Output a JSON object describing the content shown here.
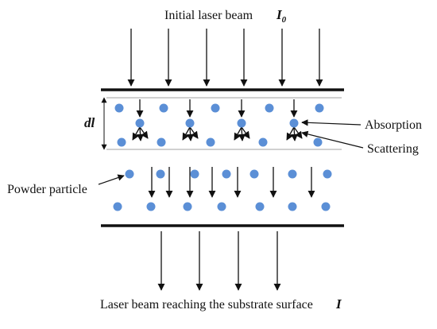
{
  "diagram": {
    "top_label": "Initial laser beam",
    "top_symbol": "I",
    "top_symbol_sub": "0",
    "layer_label": "dl",
    "absorption_label": "Absorption",
    "scattering_label": "Scattering",
    "particle_label": "Powder particle",
    "bottom_label": "Laser beam reaching the substrate surface",
    "bottom_symbol": "I"
  },
  "colors": {
    "particle": "#5b8fd6",
    "line": "#111111",
    "thin_line": "#b5b5b5"
  }
}
